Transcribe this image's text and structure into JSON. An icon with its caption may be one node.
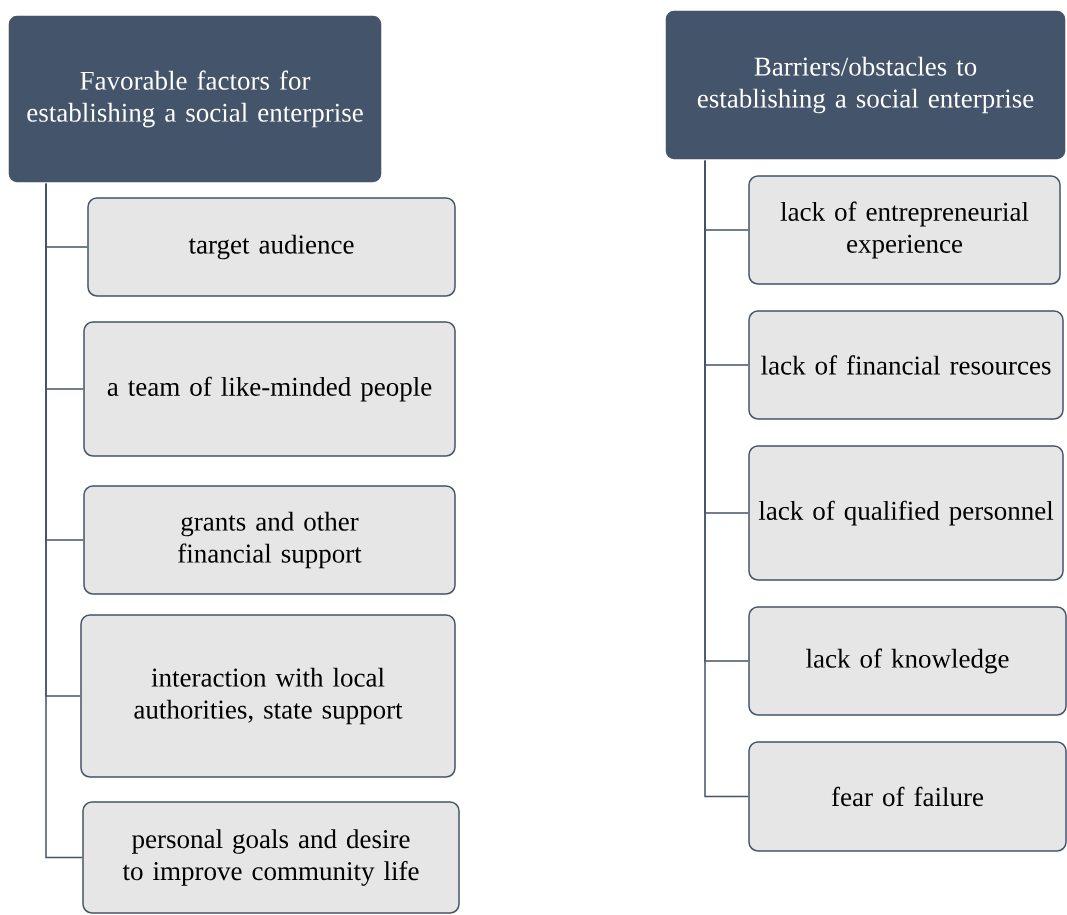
{
  "diagram": {
    "nodes": [
      {
        "text": [
          "Favorable factors for establishing a social enterprise"
        ]
      },
      {
        "text": [
          "target audience"
        ]
      },
      {
        "text": [
          "a team of like-minded people"
        ]
      },
      {
        "text": [
          "grants and other financial support"
        ]
      },
      {
        "text": [
          "interaction with local authorities, state support"
        ]
      },
      {
        "text": [
          "personal goals and desire to improve community life"
        ]
      },
      {
        "text": [
          "Barriers/obstacles to establishing a social enterprise"
        ]
      },
      {
        "text": [
          "lack of entrepreneurial experience"
        ]
      },
      {
        "text": [
          "lack of financial resources"
        ]
      },
      {
        "text": [
          "lack of qualified personnel"
        ]
      },
      {
        "text": [
          "lack of knowledge"
        ]
      },
      {
        "text": [
          "fear of failure"
        ]
      }
    ],
    "edges": [
      {
        "from": 0,
        "to": 1,
        "arrow": "none"
      },
      {
        "from": 0,
        "to": 2,
        "arrow": "none"
      },
      {
        "from": 0,
        "to": 3,
        "arrow": "none"
      },
      {
        "from": 0,
        "to": 4,
        "arrow": "none"
      },
      {
        "from": 0,
        "to": 5,
        "arrow": "none"
      },
      {
        "from": 6,
        "to": 7,
        "arrow": "none"
      },
      {
        "from": 6,
        "to": 8,
        "arrow": "none"
      },
      {
        "from": 6,
        "to": 9,
        "arrow": "none"
      },
      {
        "from": 6,
        "to": 10,
        "arrow": "none"
      },
      {
        "from": 6,
        "to": 11,
        "arrow": "none"
      }
    ]
  }
}
